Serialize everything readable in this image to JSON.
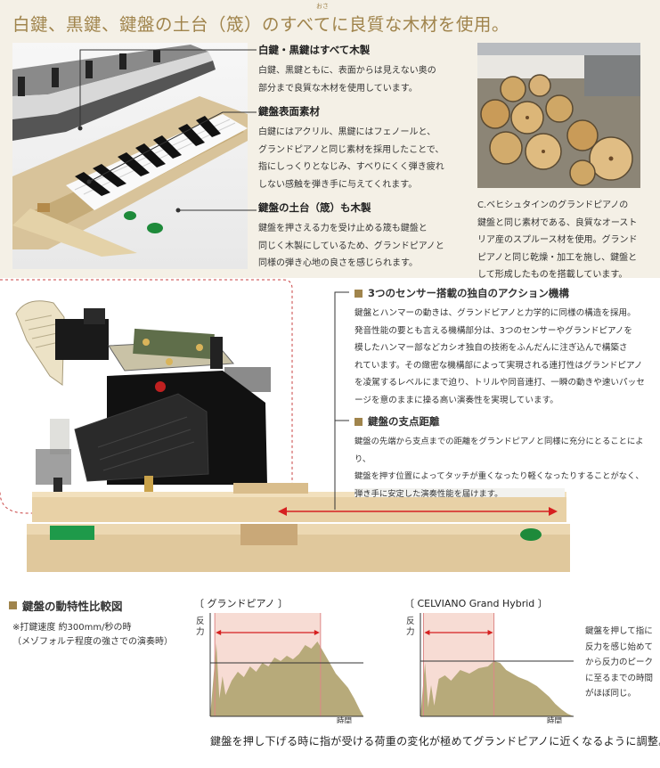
{
  "headline": "白鍵、黒鍵、鍵盤の土台（筬）のすべてに良質な木材を使用。",
  "headline_ruby": "おさ",
  "keys_section": {
    "items": [
      {
        "title": "白鍵・黒鍵はすべて木製",
        "lines": [
          "白鍵、黒鍵ともに、表面からは見えない奥の",
          "部分まで良質な木材を使用しています。"
        ]
      },
      {
        "title": "鍵盤表面素材",
        "lines": [
          "白鍵にはアクリル、黒鍵にはフェノールと、",
          "グランドピアノと同じ素材を採用したことで、",
          "指にしっくりとなじみ、すべりにくく弾き疲れ",
          "しない感触を弾き手に与えてくれます。"
        ]
      },
      {
        "title": "鍵盤の土台（筬）も木製",
        "lines": [
          "鍵盤を押さえる力を受け止める筬も鍵盤と",
          "同じく木製にしているため、グランドピアノと",
          "同様の弾き心地の良さを感じられます。"
        ]
      }
    ]
  },
  "wood_caption": [
    "C.ベヒシュタインのグランドピアノの",
    "鍵盤と同じ素材である、良質なオースト",
    "リア産のスプルース材を使用。グランド",
    "ピアノと同じ乾燥・加工を施し、鍵盤と",
    "して形成したものを搭載しています。"
  ],
  "features": [
    {
      "title": "3つのセンサー搭載の独自のアクション機構",
      "lines": [
        "鍵盤とハンマーの動きは、グランドピアノと力学的に同様の構造を採用。",
        "発音性能の要とも言える機構部分は、3つのセンサーやグランドピアノを",
        "模したハンマー部などカシオ独自の技術をふんだんに注ぎ込んで構築さ",
        "れています。その緻密な機構部によって実現される連打性はグランドピアノ",
        "を凌駕するレベルにまで迫り、トリルや同音連打、一瞬の動きや速いパッセ",
        "ージを意のままに操る高い演奏性を実現しています。"
      ]
    },
    {
      "title": "鍵盤の支点距離",
      "lines": [
        "鍵盤の先端から支点までの距離をグランドピアノと同様に充分にとることにより、",
        "鍵盤を押す位置によってタッチが重くなったり軽くなったりすることがなく、",
        "弾き手に安定した演奏性能を届けます。"
      ]
    }
  ],
  "comparison": {
    "title": "鍵盤の動特性比較図",
    "notes": [
      "※打鍵速度 約300mm/秒の時",
      "（メゾフォルテ程度の強さでの演奏時）"
    ],
    "chart_data": [
      {
        "type": "area",
        "title": "〔 グランドピアノ 〕",
        "ylabel": "反力",
        "xlabel": "時間",
        "x": [
          0,
          4,
          6,
          8,
          10,
          14,
          18,
          22,
          26,
          30,
          34,
          38,
          42,
          46,
          50,
          54,
          58,
          62,
          66,
          70,
          74,
          78,
          82,
          86,
          90,
          94,
          98,
          100
        ],
        "y": [
          0,
          82,
          20,
          45,
          24,
          40,
          50,
          44,
          56,
          50,
          60,
          56,
          66,
          62,
          68,
          64,
          70,
          80,
          76,
          84,
          72,
          60,
          48,
          40,
          32,
          20,
          6,
          0
        ],
        "peak_x": 72,
        "ylim": [
          0,
          100
        ]
      },
      {
        "type": "area",
        "title": "〔 CELVIANO Grand Hybrid 〕",
        "ylabel": "反力",
        "xlabel": "時間",
        "x": [
          0,
          3,
          5,
          7,
          9,
          12,
          16,
          20,
          26,
          32,
          38,
          44,
          48,
          52,
          56,
          60,
          64,
          70,
          76,
          80,
          84,
          88,
          92,
          96,
          100
        ],
        "y": [
          0,
          60,
          10,
          35,
          12,
          42,
          46,
          40,
          52,
          48,
          54,
          56,
          62,
          60,
          52,
          48,
          44,
          40,
          34,
          28,
          22,
          14,
          8,
          3,
          0
        ],
        "peak_x": 48,
        "ylim": [
          0,
          100
        ]
      }
    ],
    "side_note": [
      "鍵盤を押して指に",
      "反力を感じ始めて",
      "から反力のピーク",
      "に至るまでの時間",
      "がほぼ同じ。"
    ],
    "footer": "鍵盤を押し下げる時に指が受ける荷重の変化が極めてグランドピアノに近くなるように調整。"
  },
  "colors": {
    "accent": "#a0844c",
    "arrow": "#d62020",
    "area": "#b7aa7a",
    "highlight": "#f7dcd4"
  }
}
